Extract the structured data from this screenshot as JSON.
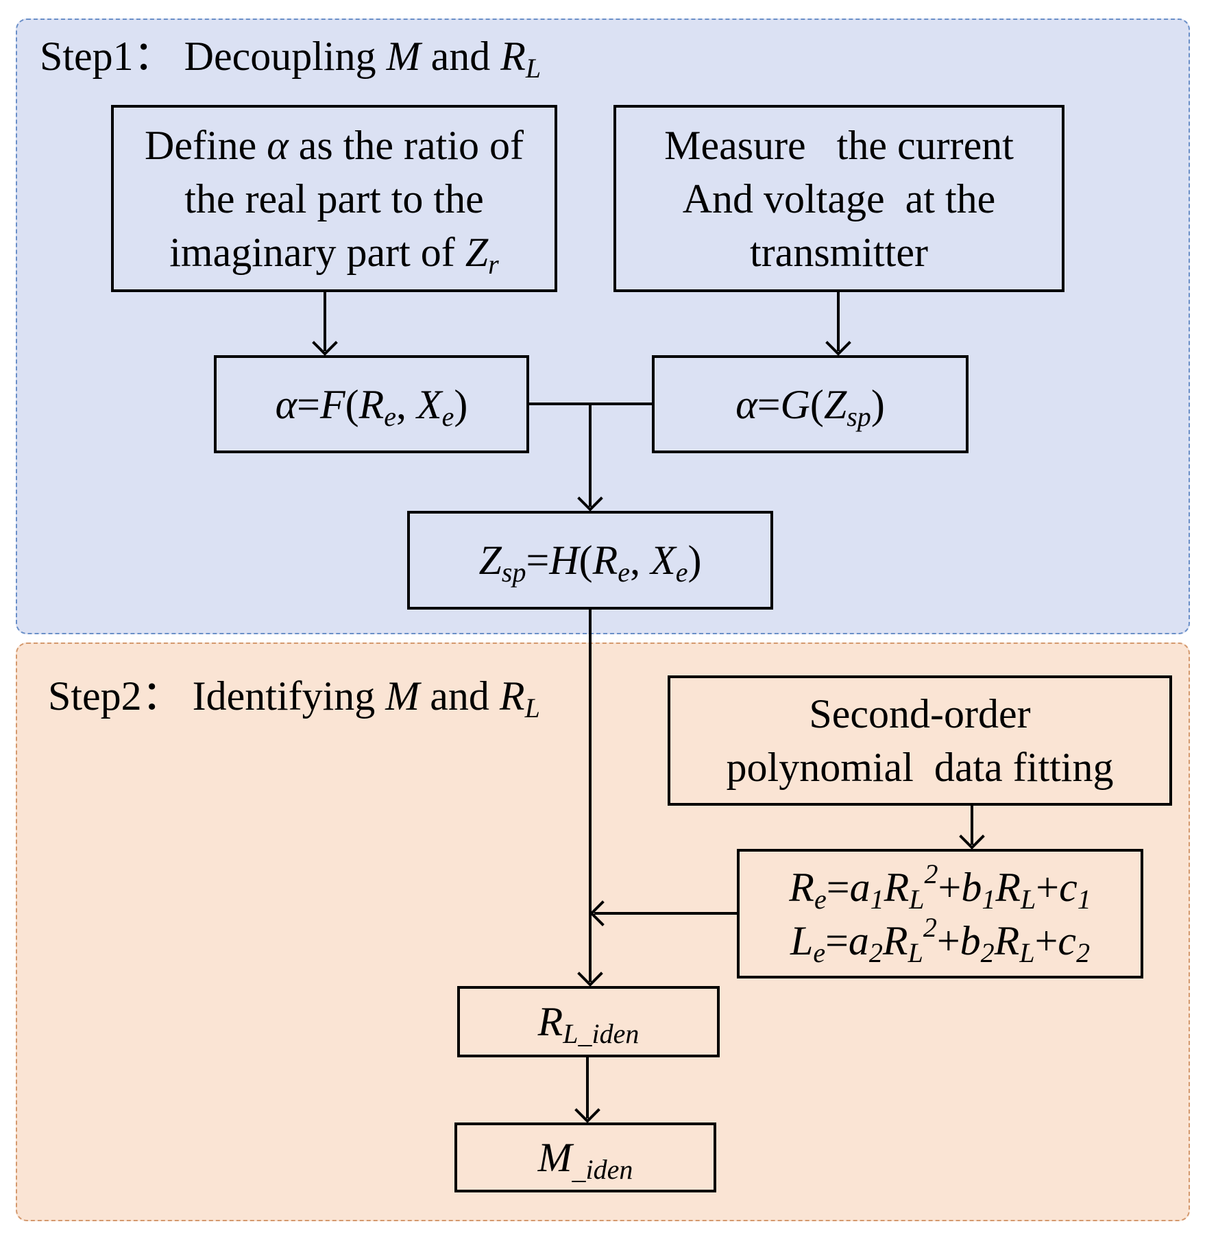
{
  "step1": {
    "title_prefix": "Step1：",
    "title_text": "Decoupling ",
    "title_M": "M",
    "title_and": " and ",
    "title_R": "R",
    "title_R_sub": "L"
  },
  "step2": {
    "title_prefix": "Step2：",
    "title_text": "Identifying ",
    "title_M": "M",
    "title_and": " and ",
    "title_R": "R",
    "title_R_sub": "L"
  },
  "box_define": {
    "line1_a": "Define ",
    "line1_alpha": "α",
    "line1_b": " as the ratio of",
    "line2": "the real part to the",
    "line3_a": "imaginary part of ",
    "line3_Z": "Z",
    "line3_Z_sub": "r"
  },
  "box_measure": {
    "line1": "Measure   the current",
    "line2": "And voltage  at the",
    "line3": "transmitter"
  },
  "box_alpha_f": {
    "alpha": "α",
    "eq": "=",
    "F": "F",
    "open": "(",
    "R": "R",
    "R_sub": "e",
    "comma": ", ",
    "X": "X",
    "X_sub": "e",
    "close": ")"
  },
  "box_alpha_g": {
    "alpha": "α",
    "eq": "=",
    "G": "G",
    "open": "(",
    "Z": "Z",
    "Z_sub": "sp",
    "close": ")"
  },
  "box_zsp": {
    "Z": "Z",
    "Z_sub": "sp",
    "eq": "=",
    "H": "H",
    "open": "(",
    "R": "R",
    "R_sub": "e",
    "comma": ", ",
    "X": "X",
    "X_sub": "e",
    "close": ")"
  },
  "box_fitting": {
    "line1": "Second-order",
    "line2": "polynomial  data fitting"
  },
  "box_equations": {
    "eq1": {
      "lhs": "R",
      "lhs_sub": "e",
      "eq": "=",
      "a": "a",
      "a_sub": "1",
      "R1": "R",
      "R1_sub": "L",
      "R1_sup": "2",
      "plus1": "+",
      "b": "b",
      "b_sub": "1",
      "R2": "R",
      "R2_sub": "L",
      "plus2": "+",
      "c": "c",
      "c_sub": "1"
    },
    "eq2": {
      "lhs": "L",
      "lhs_sub": "e",
      "eq": "=",
      "a": "a",
      "a_sub": "2",
      "R1": "R",
      "R1_sub": "L",
      "R1_sup": "2",
      "plus1": "+",
      "b": "b",
      "b_sub": "2",
      "R2": "R",
      "R2_sub": "L",
      "plus2": "+",
      "c": "c",
      "c_sub": "2"
    }
  },
  "box_rl_iden": {
    "R": "R",
    "R_sub": "L_iden"
  },
  "box_m_iden": {
    "M": "M",
    "M_sub": "_iden"
  },
  "colors": {
    "step1_fill": "#dbe1f3",
    "step1_border": "#6a8fc8",
    "step2_fill": "#fae4d4",
    "step2_border": "#d4996e",
    "stroke": "#000000"
  }
}
